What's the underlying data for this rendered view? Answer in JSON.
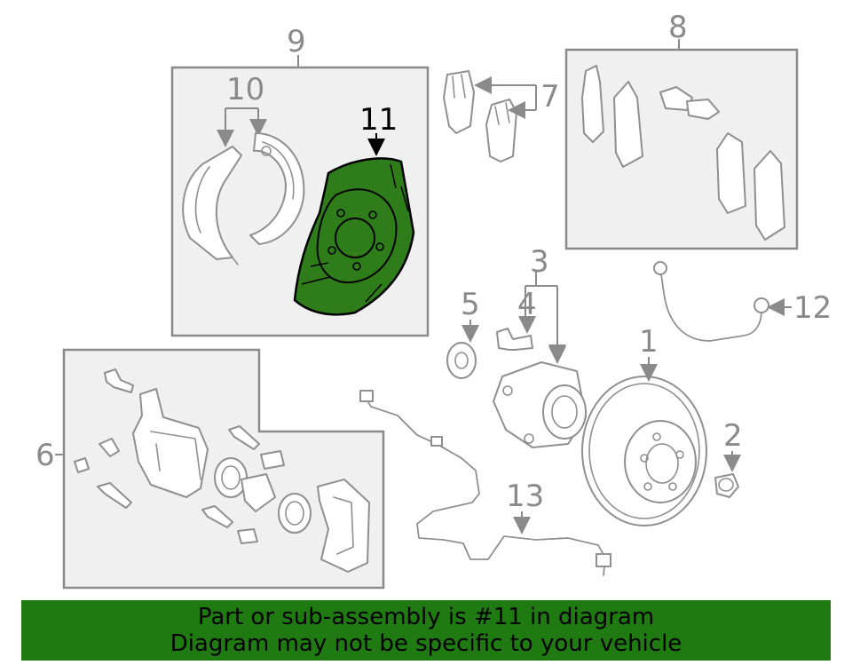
{
  "diagram": {
    "highlighted_part": "11",
    "highlight_color": "#2e7d1a",
    "callouts": [
      "1",
      "2",
      "3",
      "4",
      "5",
      "6",
      "7",
      "8",
      "9",
      "10",
      "11",
      "12",
      "13"
    ]
  },
  "banner": {
    "line1": "Part or sub-assembly is #11 in diagram",
    "line2": "Diagram may not be specific to your vehicle",
    "background": "#1f7a12"
  }
}
